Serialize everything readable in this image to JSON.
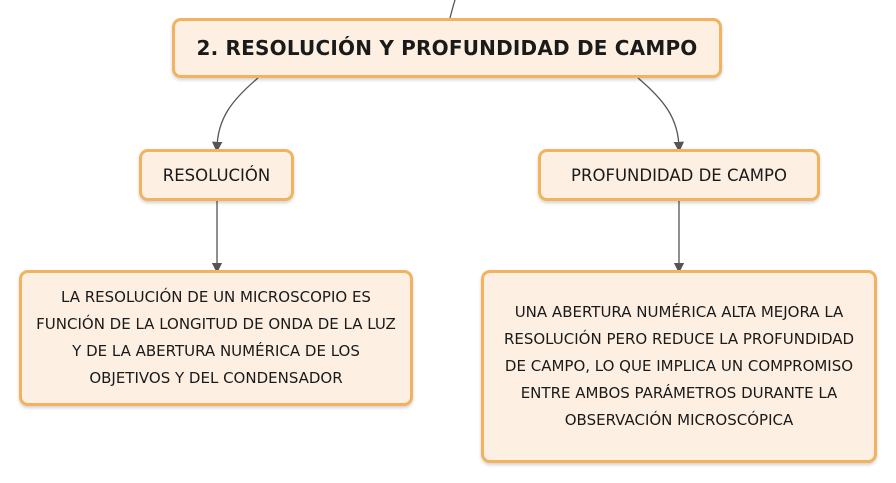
{
  "diagram": {
    "title": "2. RESOLUCIÓN Y PROFUNDIDAD DE CAMPO",
    "branches": [
      {
        "label": "RESOLUCIÓN",
        "description": "LA RESOLUCIÓN DE UN MICROSCOPIO ES FUNCIÓN DE LA LONGITUD DE ONDA DE LA LUZ Y DE LA ABERTURA NUMÉRICA DE LOS OBJETIVOS Y DEL CONDENSADOR"
      },
      {
        "label": "PROFUNDIDAD DE CAMPO",
        "description": "UNA ABERTURA NUMÉRICA ALTA MEJORA LA RESOLUCIÓN PERO REDUCE LA PROFUNDIDAD DE CAMPO, LO QUE IMPLICA UN COMPROMISO ENTRE AMBOS PARÁMETROS DURANTE LA OBSERVACIÓN MICROSCÓPICA"
      }
    ]
  },
  "colors": {
    "node_fill": "#fdf0e2",
    "node_border": "#f2b25f",
    "connector": "#555555"
  }
}
